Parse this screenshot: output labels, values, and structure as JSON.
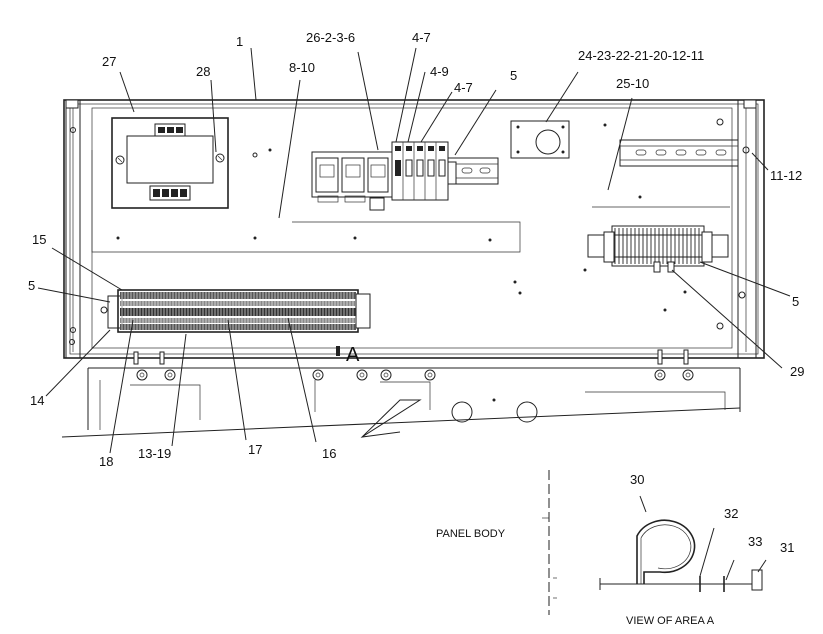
{
  "callouts": {
    "c27": "27",
    "c28": "28",
    "c1": "1",
    "c8_10": "8-10",
    "c26": "26-2-3-6",
    "c4_7_a": "4-7",
    "c4_9": "4-9",
    "c4_7_b": "4-7",
    "c5_top": "5",
    "c24": "24-23-22-21-20-12-11",
    "c25_10": "25-10",
    "c11_12": "11-12",
    "c15": "15",
    "c5_left": "5",
    "c5_right": "5",
    "c29": "29",
    "c14": "14",
    "c18": "18",
    "c13_19": "13-19",
    "c17": "17",
    "c16": "16",
    "area_a": "A",
    "c30": "30",
    "c32": "32",
    "c33": "33",
    "c31": "31"
  },
  "labels": {
    "panel_body": "PANEL BODY",
    "view_of_area_a": "VIEW OF AREA A"
  }
}
